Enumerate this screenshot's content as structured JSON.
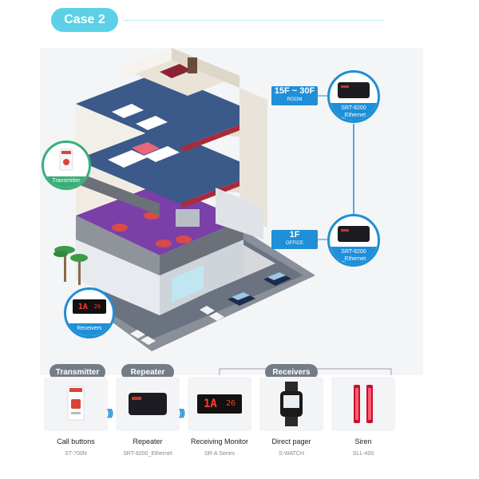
{
  "header": {
    "case_label": "Case 2"
  },
  "floors": {
    "upper": {
      "range": "15F ~ 30F",
      "type": "ROOM"
    },
    "lower": {
      "range": "1F",
      "type": "OFFICE"
    }
  },
  "scene_devices": {
    "upper_repeater": {
      "model": "SRT-8200",
      "suffix": "_Ethernet"
    },
    "lower_repeater": {
      "model": "SRT-8200",
      "suffix": "_Ethernet"
    },
    "transmitter_label": "Transmitter",
    "receivers_label": "Receivers",
    "display_text": "1A",
    "display_num": "26"
  },
  "legend": {
    "transmitter_title": "Transmitter",
    "repeater_title": "Repeater",
    "receivers_title": "Receivers",
    "items": [
      {
        "name": "Call buttons",
        "model": "ST-700N"
      },
      {
        "name": "Repeater",
        "model": "SRT-8200_Ethernet"
      },
      {
        "name": "Receiving Monitor",
        "model": "SR-A Series"
      },
      {
        "name": "Direct pager",
        "model": "S-WATCH"
      },
      {
        "name": "Siren",
        "model": "SLL-400"
      }
    ]
  },
  "colors": {
    "accent": "#5bd0e6",
    "blue": "#1e8fd8",
    "green": "#3aae7a",
    "pill": "#747d86"
  }
}
